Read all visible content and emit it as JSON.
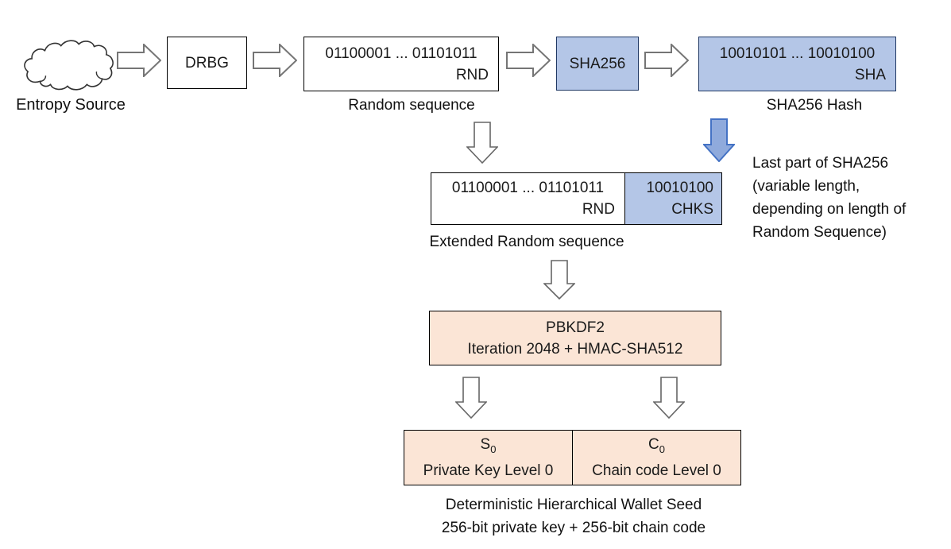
{
  "colors": {
    "blue_fill": "#b4c6e7",
    "blue_border": "#1f3864",
    "peach_fill": "#fbe5d6",
    "box_border": "#000000",
    "arrow_outline": "#757575",
    "blue_arrow_fill": "#8faadc",
    "blue_arrow_border": "#4472c4",
    "text": "#1a1a1a"
  },
  "entropy": {
    "label": "Entropy Source"
  },
  "drbg": {
    "label": "DRBG"
  },
  "random_seq": {
    "bits": "01100001 ... 01101011",
    "tag": "RND",
    "caption": "Random sequence"
  },
  "sha256_fn": {
    "label": "SHA256"
  },
  "sha_hash": {
    "bits": "10010101 ... 10010100",
    "tag": "SHA",
    "caption": "SHA256 Hash"
  },
  "extended": {
    "rnd_bits": "01100001 ... 01101011",
    "rnd_tag": "RND",
    "chks_bits": "10010100",
    "chks_tag": "CHKS",
    "caption": "Extended Random sequence"
  },
  "note": {
    "lines": [
      "Last part of SHA256",
      "(variable length,",
      "depending on length of",
      "Random Sequence)"
    ]
  },
  "pbkdf2": {
    "line1": "PBKDF2",
    "line2": "Iteration 2048 + HMAC-SHA512"
  },
  "seed": {
    "s_label": "S",
    "s_sub": "0",
    "s_desc": "Private Key Level 0",
    "c_label": "C",
    "c_sub": "0",
    "c_desc": "Chain code Level 0",
    "caption1": "Deterministic Hierarchical Wallet Seed",
    "caption2": "256-bit private key + 256-bit chain code"
  }
}
